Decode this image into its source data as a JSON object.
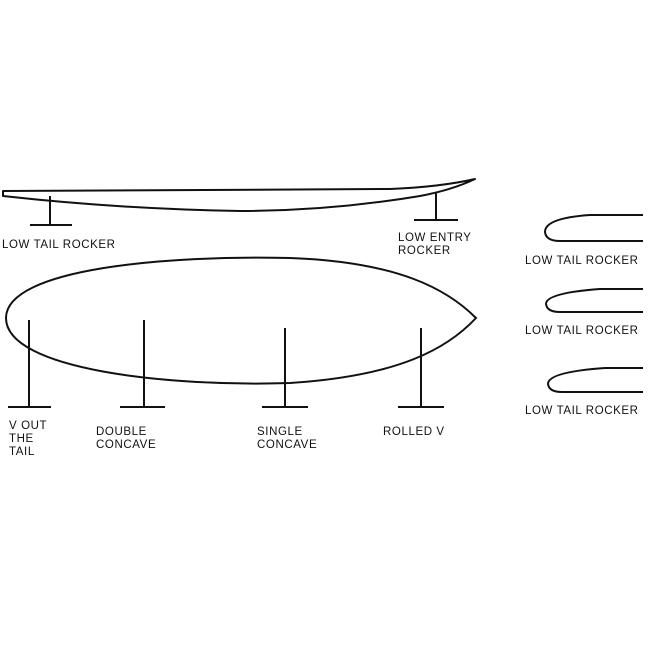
{
  "colors": {
    "stroke": "#111111",
    "background": "#ffffff"
  },
  "rocker": {
    "tail_label": "LOW TAIL ROCKER",
    "entry_label": [
      "LOW ENTRY",
      "ROCKER"
    ]
  },
  "bottom": {
    "markers": [
      {
        "id": "v-out-the-tail",
        "lines": [
          "V OUT",
          "THE",
          "TAIL"
        ]
      },
      {
        "id": "double-concave",
        "lines": [
          "DOUBLE",
          "CONCAVE"
        ]
      },
      {
        "id": "single-concave",
        "lines": [
          "SINGLE",
          "CONCAVE"
        ]
      },
      {
        "id": "rolled-v",
        "lines": [
          "ROLLED V"
        ]
      }
    ]
  },
  "rails": [
    {
      "label": "LOW TAIL ROCKER"
    },
    {
      "label": "LOW TAIL ROCKER"
    },
    {
      "label": "LOW TAIL ROCKER"
    }
  ]
}
